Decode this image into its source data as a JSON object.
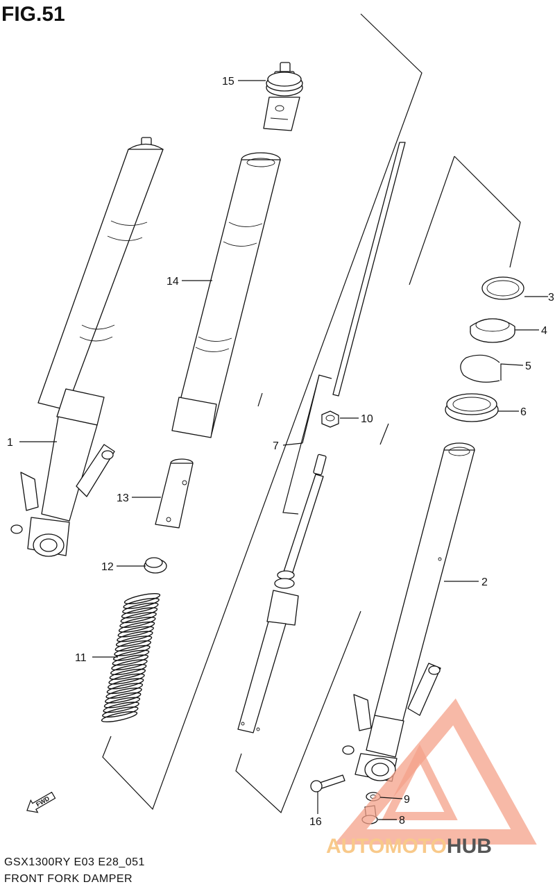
{
  "figure": {
    "title": "FIG.51",
    "model_code": "GSX1300RY E03 E28_051",
    "caption": "FRONT FORK DAMPER"
  },
  "callouts": [
    {
      "id": "1",
      "label": "1"
    },
    {
      "id": "2",
      "label": "2"
    },
    {
      "id": "3",
      "label": "3"
    },
    {
      "id": "4",
      "label": "4"
    },
    {
      "id": "5",
      "label": "5"
    },
    {
      "id": "6",
      "label": "6"
    },
    {
      "id": "7",
      "label": "7"
    },
    {
      "id": "8",
      "label": "8"
    },
    {
      "id": "9",
      "label": "9"
    },
    {
      "id": "10",
      "label": "10"
    },
    {
      "id": "11",
      "label": "11"
    },
    {
      "id": "12",
      "label": "12"
    },
    {
      "id": "13",
      "label": "13"
    },
    {
      "id": "14",
      "label": "14"
    },
    {
      "id": "15",
      "label": "15"
    },
    {
      "id": "16",
      "label": "16"
    }
  ],
  "direction_marker": {
    "label": "FWD"
  },
  "watermark": {
    "part1": "AUTOMOTO",
    "part2": "HUB",
    "color_primary": "#f4a18a",
    "color_secondary": "#f8c98a",
    "color_dark": "#555555"
  }
}
